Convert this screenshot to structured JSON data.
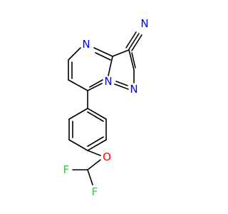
{
  "molecule": {
    "atoms": {
      "n_nitrile": "N",
      "n4": "N",
      "n_bridge": "N",
      "n_pyrazole": "N",
      "o_ether": "O",
      "f_left": "F",
      "f_right": "F"
    },
    "colors": {
      "bond": "#000000",
      "nitrogen": "#0000ff",
      "oxygen": "#ff0000",
      "fluorine": "#33cc33"
    }
  }
}
